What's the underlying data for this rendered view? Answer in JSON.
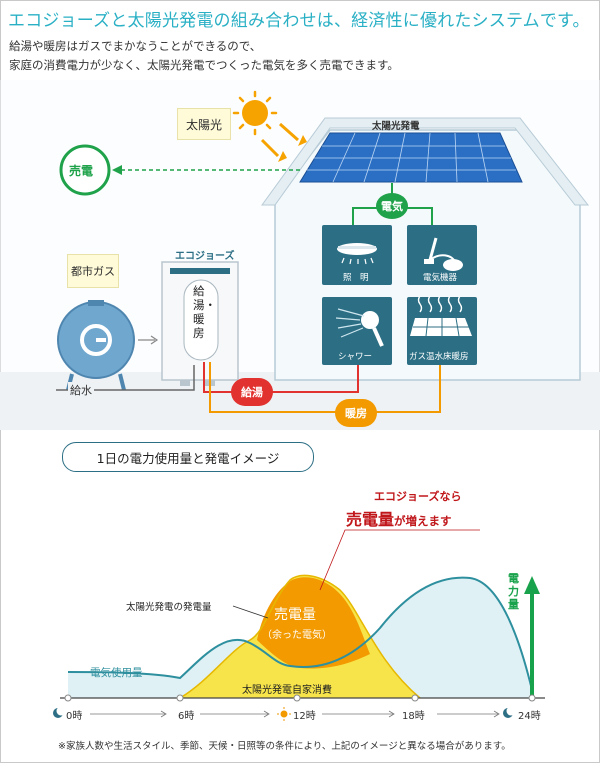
{
  "headline": "エコジョーズと太陽光発電の組み合わせは、経済性に優れたシステムです。",
  "subtext_line1": "給湯や暖房はガスでまかなうことができるので、",
  "subtext_line2": "家庭の消費電力が少なく、太陽光発電でつくった電気を多く売電できます。",
  "diagram": {
    "sun_label": "太陽光",
    "solar_panel_label": "太陽光発電",
    "sell_label": "売電",
    "electricity_label": "電気",
    "gas_label": "都市ガス",
    "ecojozu_label": "エコジョーズ",
    "ecojozu_inner": "給湯・暖房",
    "water_label": "給水",
    "hot_water_label": "給湯",
    "heating_label": "暖房",
    "appliances": [
      {
        "label": "照　明",
        "icon": "ceiling-light-icon"
      },
      {
        "label": "電気機器",
        "icon": "vacuum-cleaner-icon"
      },
      {
        "label": "シャワー",
        "icon": "shower-icon"
      },
      {
        "label": "ガス温水床暖房",
        "icon": "floor-heating-icon"
      }
    ],
    "gas_tank_letter": "G"
  },
  "chart_section": {
    "title": "1日の電力使用量と発電イメージ",
    "callout_line1": "エコジョーズなら",
    "callout_line2_main": "売電量",
    "callout_line2_rest": "が増えます",
    "solar_generation_label": "太陽光発電の発電量",
    "sold_label": "売電量",
    "sold_sub": "（余った電気）",
    "self_consumption_label": "太陽光発電自家消費",
    "usage_label": "電気使用量",
    "y_axis_label": "電力量",
    "ticks": [
      "0時",
      "6時",
      "12時",
      "18時",
      "24時"
    ],
    "colors": {
      "usage": "#2e8f9e",
      "usage_fill": "#dff1f5",
      "solar_fill": "#f7e44a",
      "sold_fill": "#f29a00",
      "arrow": "#19a24c"
    }
  },
  "footnote": "※家族人数や生活スタイル、季節、天候・日照等の条件により、上記のイメージと異なる場合があります。"
}
